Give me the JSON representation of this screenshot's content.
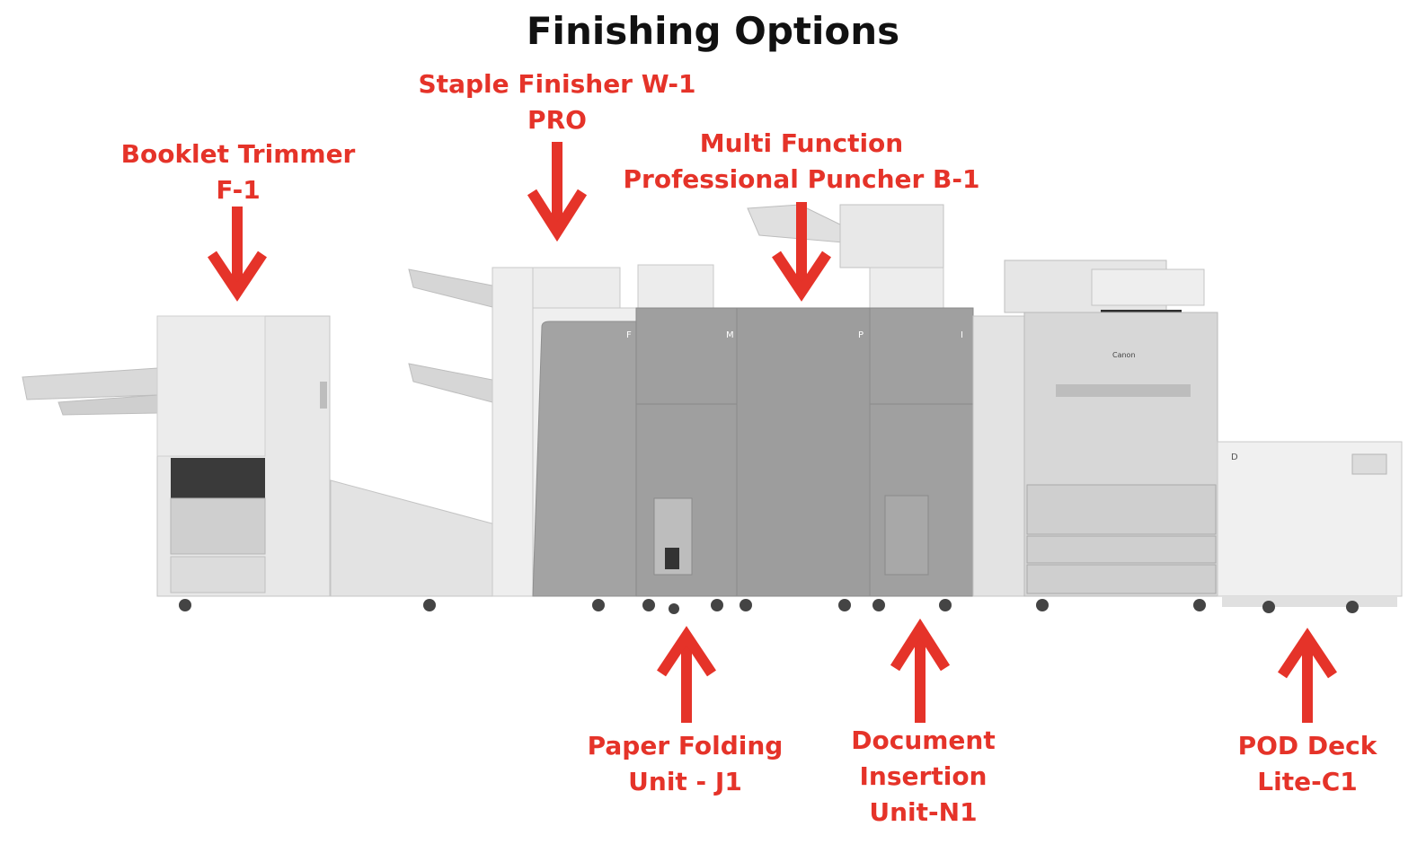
{
  "title": "Finishing Options",
  "colors": {
    "accent": "#e53329",
    "machine_light": "#e6e6e6",
    "machine_dark": "#9a9a9a"
  },
  "brand_text": "Canon",
  "panel_markers": [
    "F",
    "M",
    "P",
    "I",
    "D"
  ],
  "labels": [
    {
      "id": "booklet-trimmer",
      "lines": [
        "Booklet Trimmer",
        "F-1"
      ]
    },
    {
      "id": "staple-finisher",
      "lines": [
        "Staple Finisher W-1",
        "PRO"
      ]
    },
    {
      "id": "multi-function-puncher",
      "lines": [
        "Multi Function",
        "Professional Puncher B-1"
      ]
    },
    {
      "id": "paper-folding",
      "lines": [
        "Paper Folding",
        "Unit - J1"
      ]
    },
    {
      "id": "document-insertion",
      "lines": [
        "Document",
        "Insertion",
        "Unit-N1"
      ]
    },
    {
      "id": "pod-deck",
      "lines": [
        "POD Deck",
        "Lite-C1"
      ]
    }
  ]
}
